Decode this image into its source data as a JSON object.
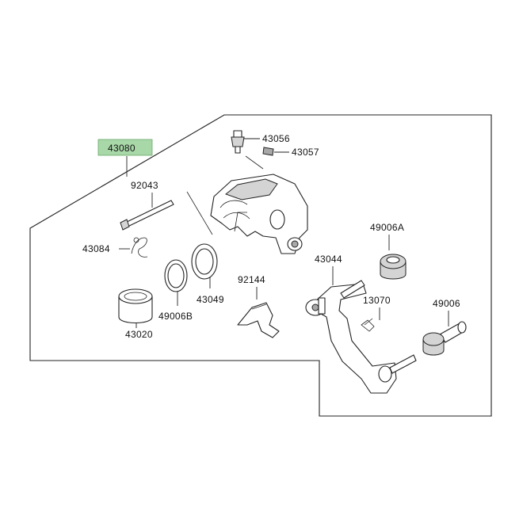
{
  "highlight_color": "#a8d8a8",
  "labels": {
    "l43080": "43080",
    "l43056": "43056",
    "l43057": "43057",
    "l92043": "92043",
    "l43084": "43084",
    "l49006A": "49006A",
    "l43044": "43044",
    "l92144": "92144",
    "l13070": "13070",
    "l43049": "43049",
    "l49006B": "49006B",
    "l49006": "49006",
    "l43020": "43020"
  }
}
